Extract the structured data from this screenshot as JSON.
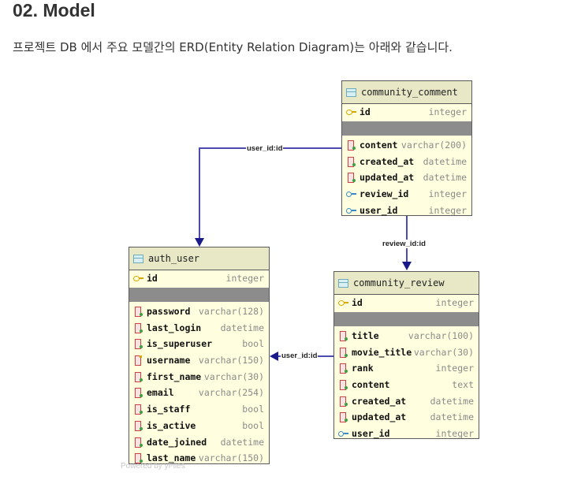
{
  "heading": "02. Model",
  "description": "프로젝트 DB 에서 주요 모델간의 ERD(Entity Relation Diagram)는 아래와 같습니다.",
  "powered_by": "Powered by yFiles",
  "tables": {
    "community_comment": {
      "title": "community_comment",
      "pk": {
        "name": "id",
        "type": "integer"
      },
      "columns": [
        {
          "name": "content",
          "type": "varchar(200)"
        },
        {
          "name": "created_at",
          "type": "datetime"
        },
        {
          "name": "updated_at",
          "type": "datetime"
        },
        {
          "name": "review_id",
          "type": "integer"
        },
        {
          "name": "user_id",
          "type": "integer"
        }
      ]
    },
    "auth_user": {
      "title": "auth_user",
      "pk": {
        "name": "id",
        "type": "integer"
      },
      "columns": [
        {
          "name": "password",
          "type": "varchar(128)"
        },
        {
          "name": "last_login",
          "type": "datetime"
        },
        {
          "name": "is_superuser",
          "type": "bool"
        },
        {
          "name": "username",
          "type": "varchar(150)"
        },
        {
          "name": "first_name",
          "type": "varchar(30)"
        },
        {
          "name": "email",
          "type": "varchar(254)"
        },
        {
          "name": "is_staff",
          "type": "bool"
        },
        {
          "name": "is_active",
          "type": "bool"
        },
        {
          "name": "date_joined",
          "type": "datetime"
        },
        {
          "name": "last_name",
          "type": "varchar(150)"
        }
      ]
    },
    "community_review": {
      "title": "community_review",
      "pk": {
        "name": "id",
        "type": "integer"
      },
      "columns": [
        {
          "name": "title",
          "type": "varchar(100)"
        },
        {
          "name": "movie_title",
          "type": "varchar(30)"
        },
        {
          "name": "rank",
          "type": "integer"
        },
        {
          "name": "content",
          "type": "text"
        },
        {
          "name": "created_at",
          "type": "datetime"
        },
        {
          "name": "updated_at",
          "type": "datetime"
        },
        {
          "name": "user_id",
          "type": "integer"
        }
      ]
    }
  },
  "relations": {
    "comment_user": "user_id:id",
    "comment_review": "review_id:id",
    "review_user": "user_id:id"
  }
}
